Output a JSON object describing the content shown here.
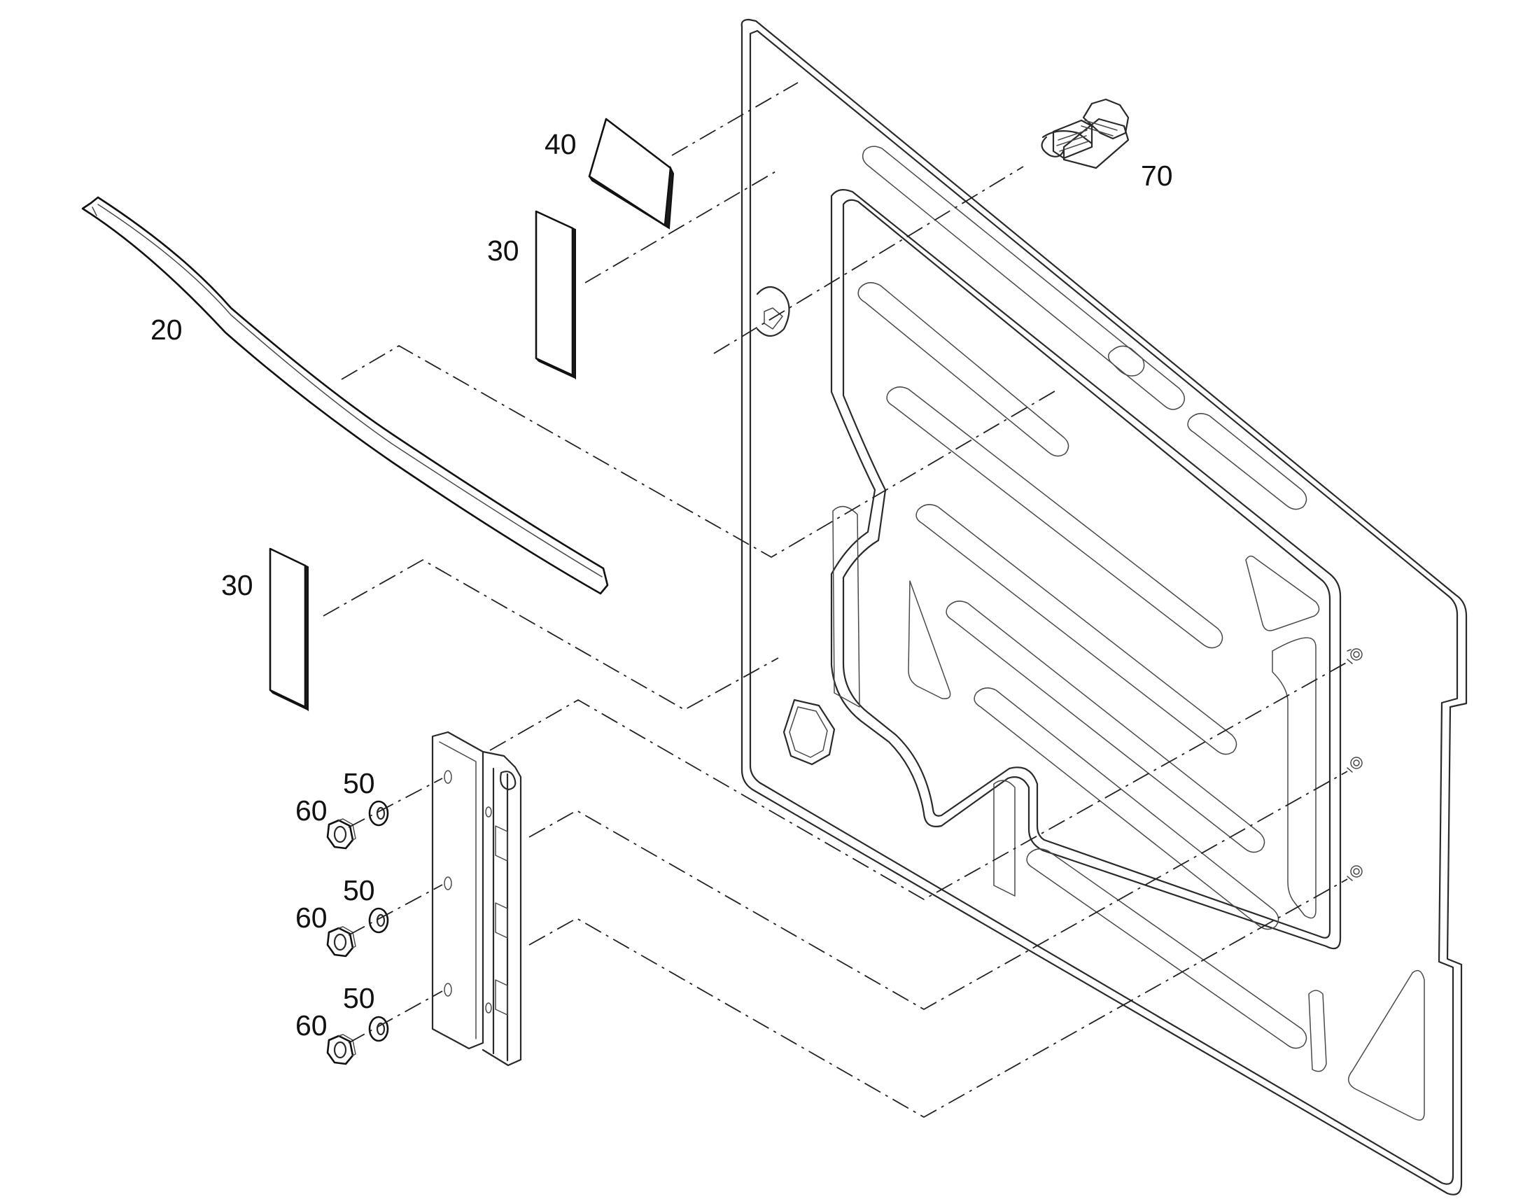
{
  "labels": {
    "seal": "20",
    "pad_upper": "30",
    "pad_lower": "30",
    "pad_top": "40",
    "washer_1": "50",
    "washer_2": "50",
    "washer_3": "50",
    "nut_1": "60",
    "nut_2": "60",
    "nut_3": "60",
    "bolt_clip": "70"
  }
}
